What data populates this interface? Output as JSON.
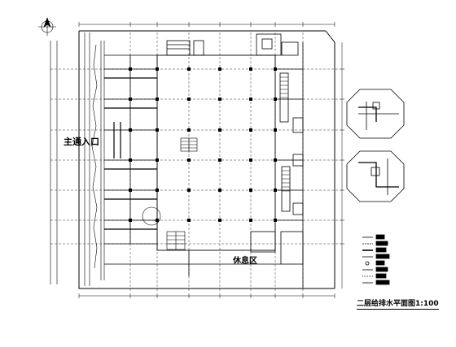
{
  "drawing": {
    "entrance_label": "主通入口",
    "stage_label": "休息区",
    "sheet_title": "二层给排水平面图1:100"
  },
  "colors": {
    "line": "#000000",
    "paper": "#ffffff",
    "fill_gray": "#c8c8c8"
  },
  "icons": {
    "north_arrow": "north-arrow-icon"
  }
}
